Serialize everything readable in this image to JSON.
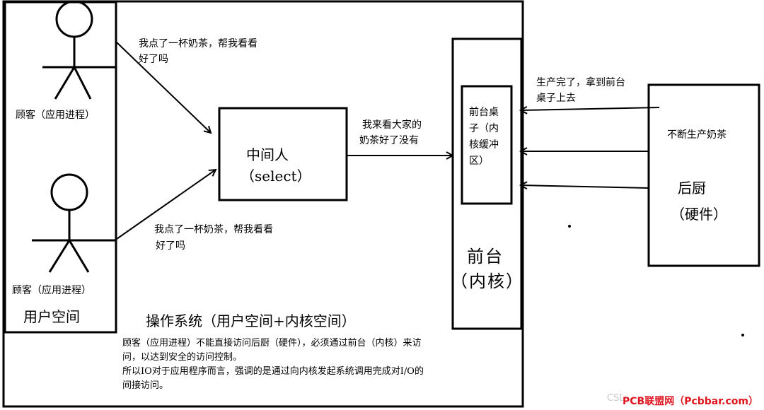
{
  "customer_top_label": "顾客（应用进程）",
  "customer_bottom_label": "顾客（应用进程）",
  "user_space_label": "用户空间",
  "msg_top_line1": "我点了一杯奶茶，帮我看看",
  "msg_top_line2": "好了吗",
  "msg_bottom_line1": "我点了一杯奶茶，帮我看看",
  "msg_bottom_line2": "好了吗",
  "middleman_title": "中间人",
  "middleman_sub": "（select）",
  "middle_msg_line1": "我来看大家的",
  "middle_msg_line2": "奶茶好了没有",
  "desk_line1": "前台桌",
  "desk_line2": "子（内",
  "desk_line3": "核缓冲",
  "desk_line4": "区）",
  "front_line1": "前台",
  "front_line2": "（内核）",
  "kitchen_msg_line1": "生产完了，拿到前台",
  "kitchen_msg_line2": "桌子上去",
  "kitchen_top": "不断生产奶茶",
  "kitchen_title": "后厨",
  "kitchen_sub": "（硬件）",
  "os_label": "操作系统（用户空间+内核空间）",
  "note_line1": "顾客（应用进程）不能直接访问后厨（硬件），必须通过前台（内核）来访",
  "note_line2": "问，以达到安全的访问控制。",
  "note_line3": "所以IO对于应用程序而言，强调的是通过向内核发起系统调用完成对I/O的",
  "note_line4": "间接访问。",
  "watermark_faint": "CSDN @Crux Ho",
  "watermark_brand": "PCB联盟网（Pcbbar.com）"
}
